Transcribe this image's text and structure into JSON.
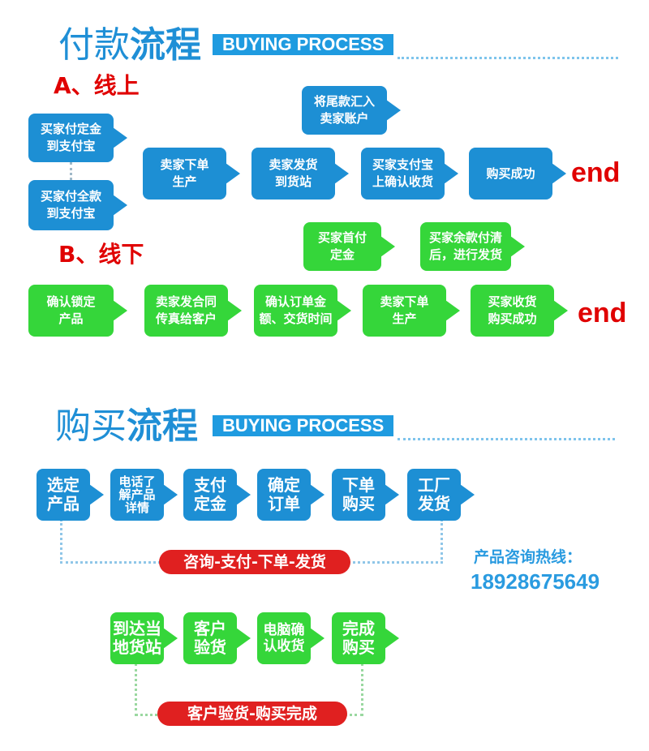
{
  "payment_section": {
    "title_part1": "付款",
    "title_part2": "流程",
    "tag": "BUYING PROCESS",
    "online": {
      "label": "A、线上",
      "start_boxes": [
        "买家付定金\n到支付宝",
        "买家付全款\n到支付宝"
      ],
      "upper_box": "将尾款汇入\n卖家账户",
      "steps": [
        "卖家下单\n生产",
        "卖家发货\n到货站",
        "买家支付宝\n上确认收货",
        "购买成功"
      ],
      "end": "end"
    },
    "offline": {
      "label": "B、线下",
      "upper_boxes": [
        "买家首付\n定金",
        "买家余款付清\n后，进行发货"
      ],
      "steps": [
        "确认锁定\n产品",
        "卖家发合同\n传真给客户",
        "确认订单金\n额、交货时间",
        "卖家下单\n生产",
        "买家收货\n购买成功"
      ],
      "end": "end"
    }
  },
  "purchase_section": {
    "title_part1": "购买",
    "title_part2": "流程",
    "tag": "BUYING PROCESS",
    "row1_steps": [
      "选定\n产品",
      "电话了\n解产品\n详情",
      "支付\n定金",
      "确定\n订单",
      "下单\n购买",
      "工厂\n发货"
    ],
    "row1_summary": "咨询-支付-下单-发货",
    "row2_steps": [
      "到达当\n地货站",
      "客户\n验货",
      "电脑确\n认收货",
      "完成\n购买"
    ],
    "row2_summary": "客户验货-购买完成",
    "hotline_label": "产品咨询热线：",
    "hotline_number": "18928675649"
  },
  "colors": {
    "blue": "#1d8fd4",
    "green": "#35d63a",
    "red": "#e00000",
    "title_blue": "#1f8fd6"
  }
}
